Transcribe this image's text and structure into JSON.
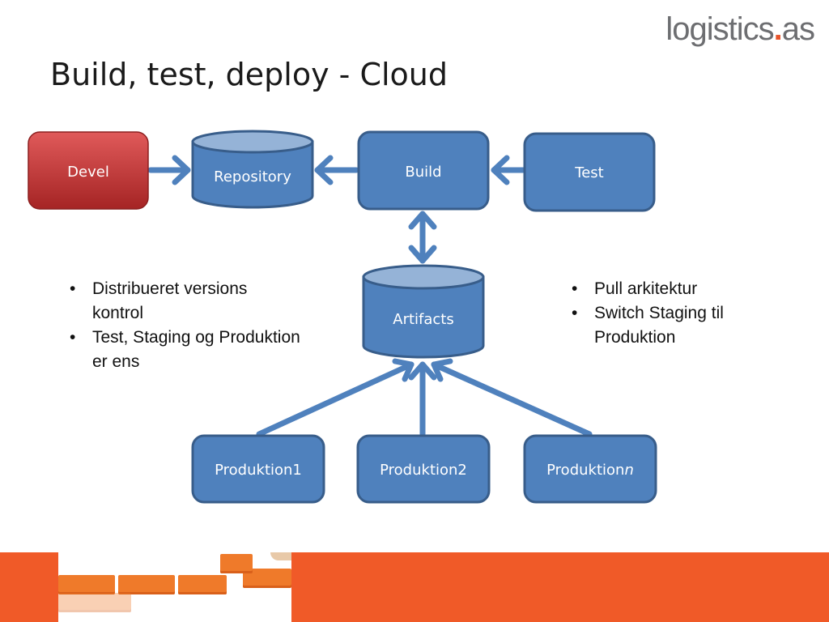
{
  "logo": {
    "name": "logistics",
    "dot": ".",
    "suffix": "as"
  },
  "title": "Build, test, deploy - Cloud",
  "nodes": {
    "devel": "Devel",
    "repository": "Repository",
    "build": "Build",
    "test": "Test",
    "artifacts": "Artifacts",
    "produktion1": "Produktion1",
    "produktion2": "Produktion2",
    "produktion_n_prefix": "Produktion",
    "produktion_n_suffix": "n"
  },
  "bullets_left": [
    "Distribueret versions kontrol",
    "Test, Staging og Produktion er ens"
  ],
  "bullets_right": [
    "Pull arkitektur",
    "Switch Staging til Produktion"
  ],
  "colors": {
    "node_blue": "#4f81bd",
    "node_border": "#385d8a",
    "cylinder_top": "#95b3d7",
    "devel_red": "#b72e2e",
    "arrow": "#4f81bd",
    "footer_orange": "#f05a28"
  }
}
